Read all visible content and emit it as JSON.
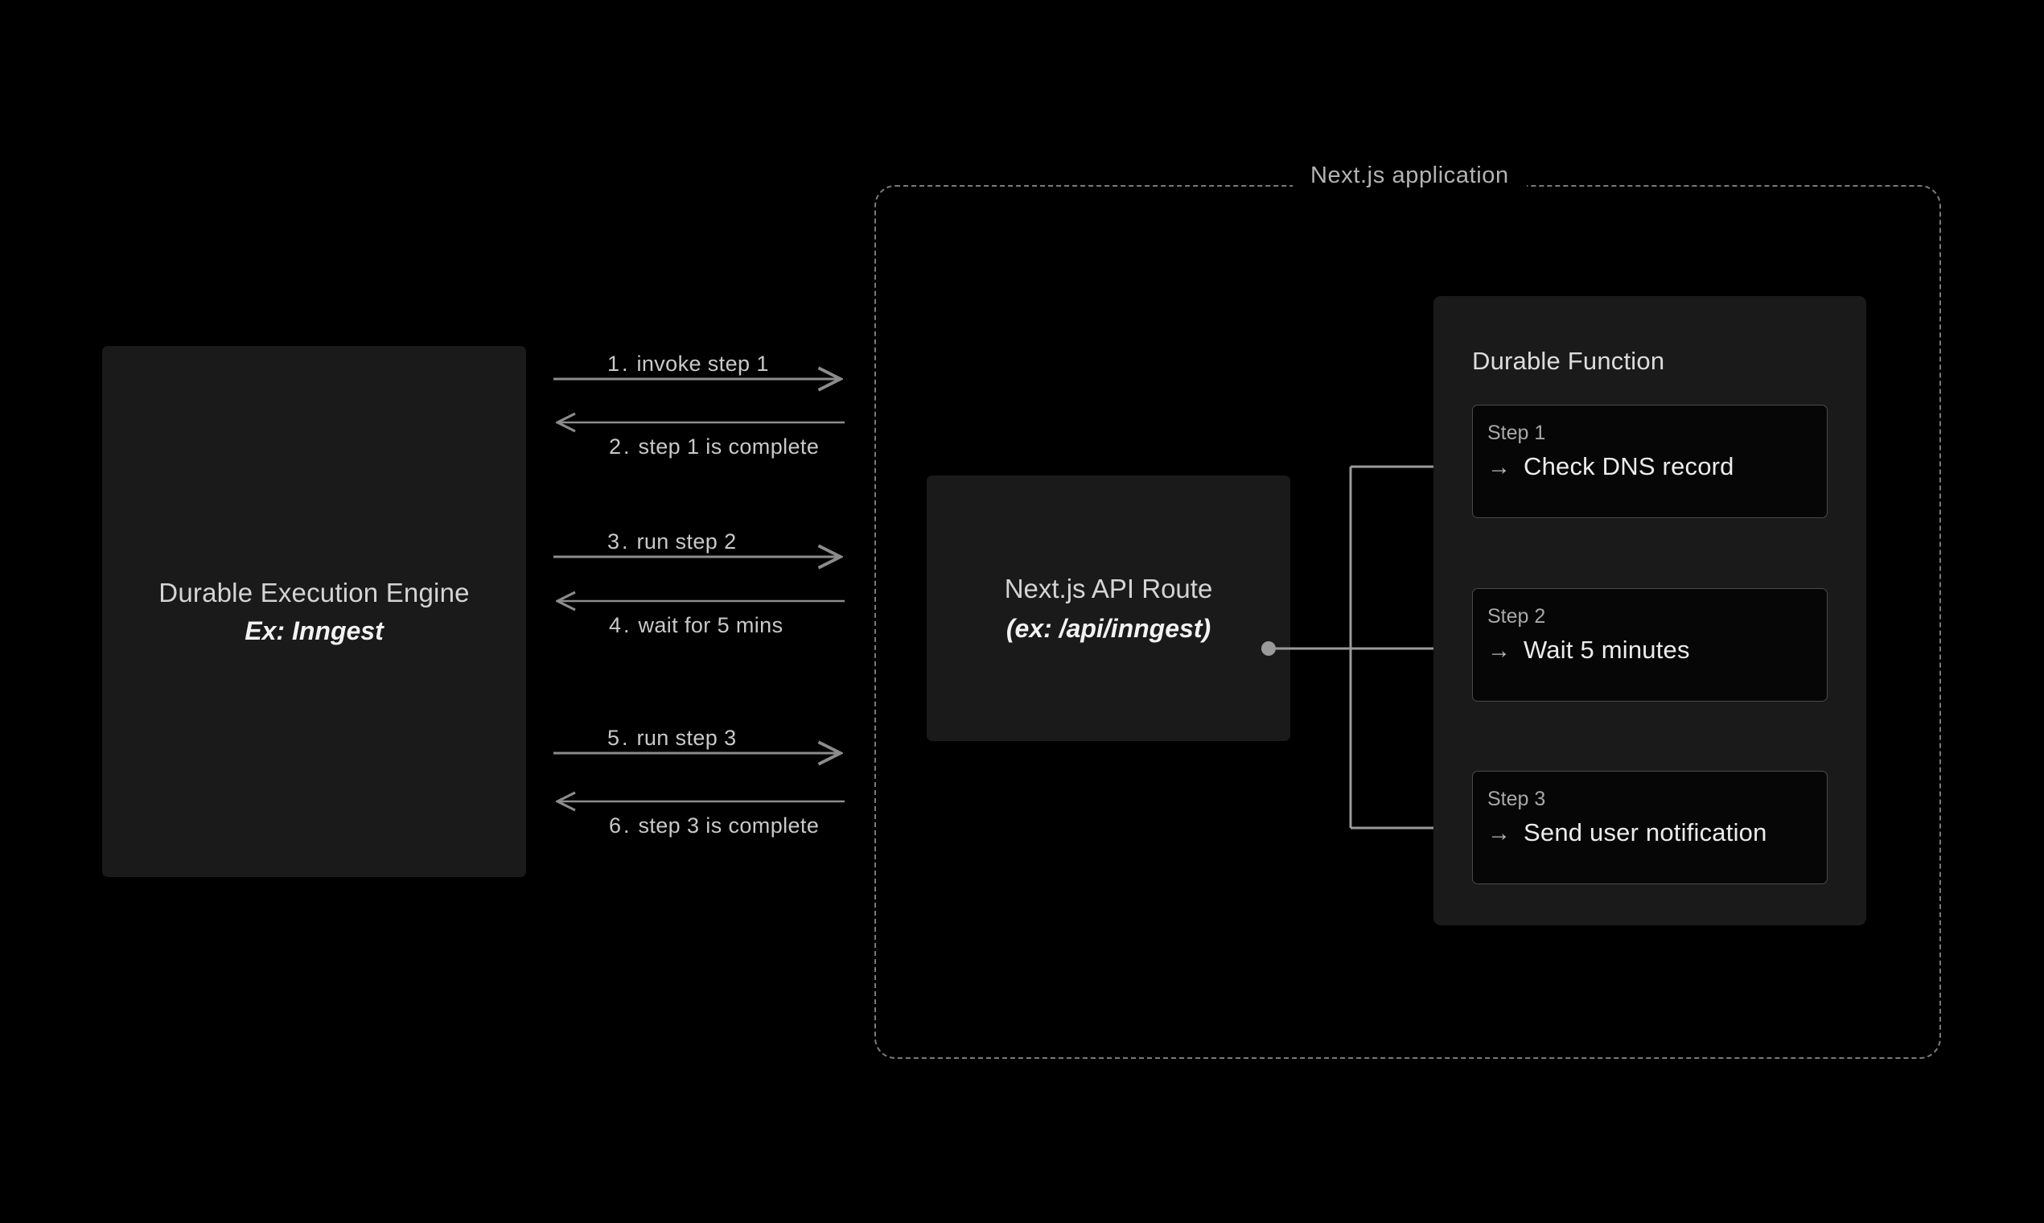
{
  "diagram": {
    "background_color": "#000000",
    "panel_color": "#1a1a1a",
    "line_color": "#8c8c8c",
    "text_color": "#d4d4d4"
  },
  "engine": {
    "title": "Durable Execution Engine",
    "subtitle": "Ex: Inngest"
  },
  "messages": [
    {
      "number": "1.",
      "label": "invoke step 1",
      "direction": "right"
    },
    {
      "number": "2.",
      "label": "step 1 is complete",
      "direction": "left"
    },
    {
      "number": "3.",
      "label": "run step 2",
      "direction": "right"
    },
    {
      "number": "4.",
      "label": "wait for 5 mins",
      "direction": "left"
    },
    {
      "number": "5.",
      "label": "run step 3",
      "direction": "right"
    },
    {
      "number": "6.",
      "label": "step 3 is complete",
      "direction": "left"
    }
  ],
  "nextapp": {
    "title": "Next.js application",
    "api_route": {
      "title": "Next.js API Route",
      "subtitle": "(ex: /api/inngest)"
    },
    "durable_function": {
      "title": "Durable Function",
      "steps": [
        {
          "kicker": "Step 1",
          "arrow": "→",
          "action": "Check DNS record"
        },
        {
          "kicker": "Step 2",
          "arrow": "→",
          "action": "Wait 5 minutes"
        },
        {
          "kicker": "Step 3",
          "arrow": "→",
          "action": "Send user notification"
        }
      ]
    }
  }
}
